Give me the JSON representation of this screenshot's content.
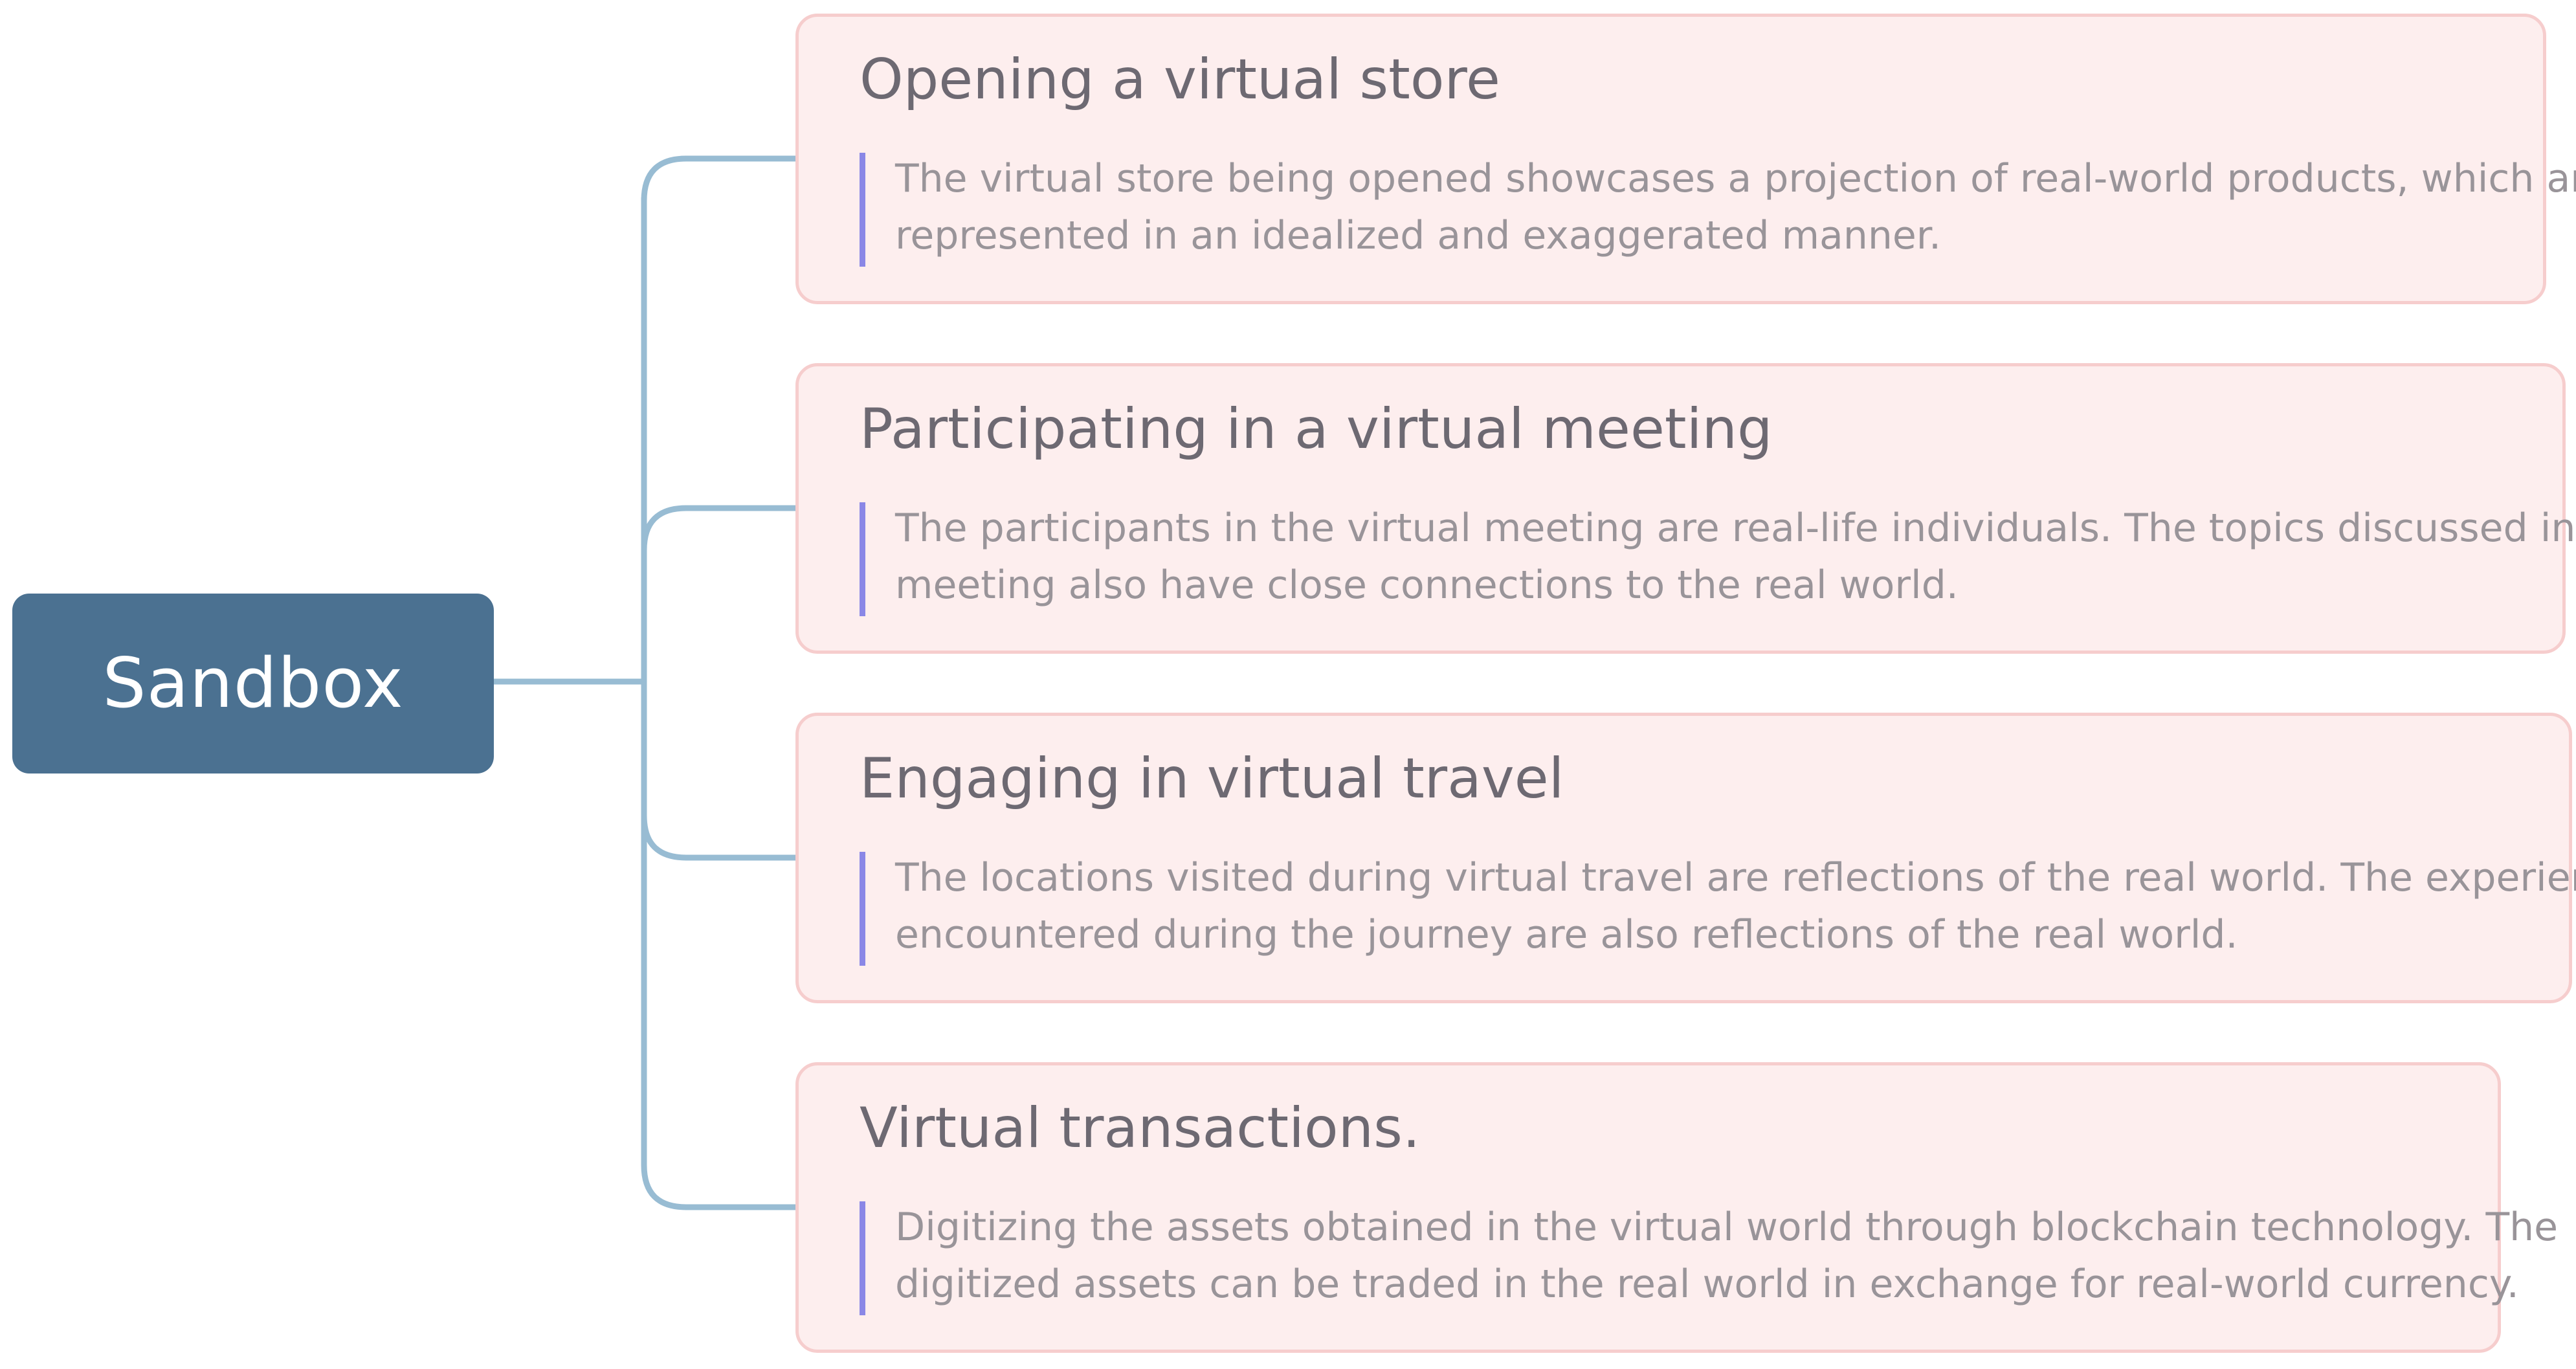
{
  "root": {
    "label": "Sandbox"
  },
  "nodes": [
    {
      "title": "Opening a virtual store",
      "description_lines": [
        "The virtual store being opened showcases a projection of real-world products, which are",
        "represented in an idealized and exaggerated manner."
      ]
    },
    {
      "title": "Participating in a virtual meeting",
      "description_lines": [
        "The participants in the virtual meeting are real-life individuals. The topics discussed in the",
        "meeting also have close connections to the real world."
      ]
    },
    {
      "title": "Engaging in virtual travel",
      "description_lines": [
        "The locations visited during virtual travel are reflections of the real world. The experiences",
        "encountered during the journey are also reflections of the real world."
      ]
    },
    {
      "title": "Virtual transactions.",
      "description_lines": [
        "Digitizing the assets obtained in the virtual world through blockchain technology. The",
        "digitized assets can be traded in the real world in exchange for real-world currency."
      ]
    }
  ],
  "colors": {
    "root_fill": "#4b7191",
    "root_text": "#ffffff",
    "connector": "#98bcd3",
    "card_fill": "#fdeeee",
    "card_border": "#f6cdcd",
    "title_text": "#6d6972",
    "body_text": "#999499",
    "accent_bar": "#8a87e6"
  }
}
